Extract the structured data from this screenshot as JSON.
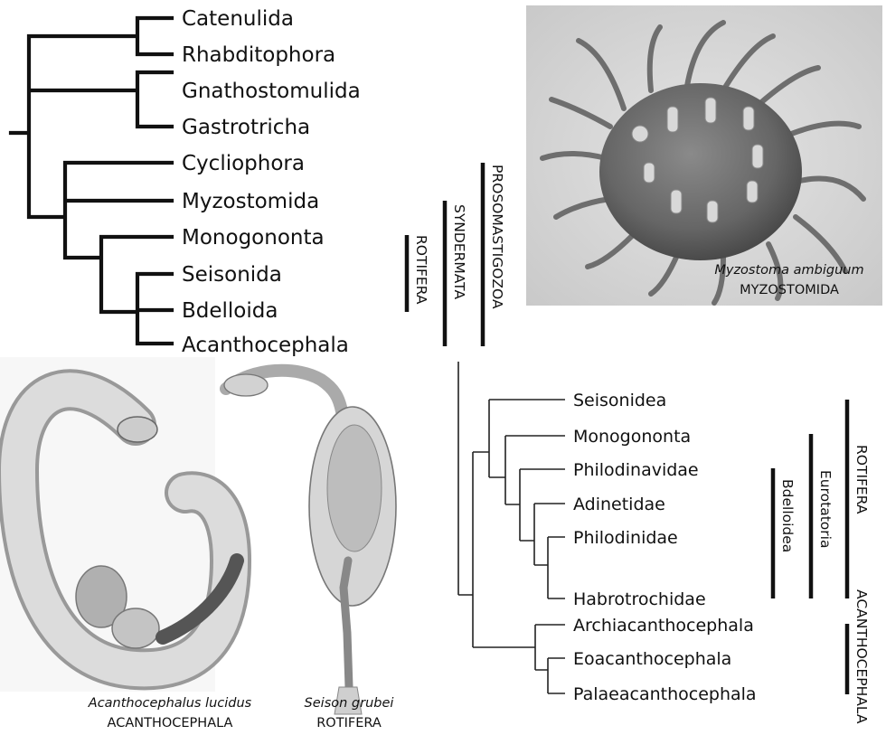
{
  "tree1": {
    "taxa": [
      "Catenulida",
      "Rhabditophora",
      "Gnathostomulida",
      "Gastrotricha",
      "Cycliophora",
      "Myzostomida",
      "Monogononta",
      "Seisonida",
      "Bdelloida",
      "Acanthocephala"
    ],
    "brackets": [
      "ROTIFERA",
      "SYNDERMATA",
      "PROSOMASTIGOZOA"
    ]
  },
  "tree2": {
    "taxa": [
      "Seisonidea",
      "Monogononta",
      "Philodinavidae",
      "Adinetidae",
      "Philodinidae",
      "Habrotrochidae",
      "Archiacanthocephala",
      "Eoacanthocephala",
      "Palaeacanthocephala"
    ],
    "brackets": [
      "Bdelloidea",
      "Eurotatoria",
      "ROTIFERA",
      "ACANTHOCEPHALA"
    ]
  },
  "captions": {
    "myzostoma_species": "Myzostoma ambiguum",
    "myzostoma_group": "MYZOSTOMIDA",
    "acantho_species": "Acanthocephalus lucidus",
    "acantho_group": "ACANTHOCEPHALA",
    "seison_species": "Seison grubei",
    "seison_group": "ROTIFERA"
  }
}
